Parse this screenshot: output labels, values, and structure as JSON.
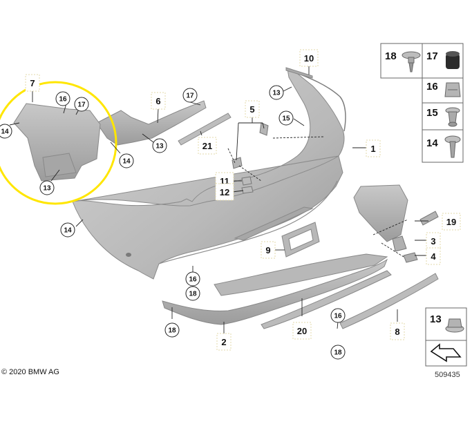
{
  "copyright": "© 2020 BMW AG",
  "diagram_number": "509435",
  "highlight_color": "#ffe600",
  "part_color": "#b9b9b9",
  "callouts": [
    {
      "id": "c10",
      "label": "10",
      "style": "tag"
    },
    {
      "id": "c6",
      "label": "6",
      "style": "tag"
    },
    {
      "id": "c17a",
      "label": "17",
      "style": "circle"
    },
    {
      "id": "c13a",
      "label": "13",
      "style": "circle"
    },
    {
      "id": "c5",
      "label": "5",
      "style": "tag"
    },
    {
      "id": "c15",
      "label": "15",
      "style": "circle"
    },
    {
      "id": "c1",
      "label": "1",
      "style": "tag"
    },
    {
      "id": "c21",
      "label": "21",
      "style": "tag"
    },
    {
      "id": "c13b",
      "label": "13",
      "style": "circle"
    },
    {
      "id": "c14a",
      "label": "14",
      "style": "circle"
    },
    {
      "id": "c16a",
      "label": "16",
      "style": "circle"
    },
    {
      "id": "c17b",
      "label": "17",
      "style": "circle"
    },
    {
      "id": "c14b",
      "label": "14",
      "style": "circle"
    },
    {
      "id": "c13c",
      "label": "13",
      "style": "circle"
    },
    {
      "id": "c7",
      "label": "7",
      "style": "tag"
    },
    {
      "id": "c11",
      "label": "11",
      "style": "tag"
    },
    {
      "id": "c12",
      "label": "12",
      "style": "tag"
    },
    {
      "id": "c14c",
      "label": "14",
      "style": "circle"
    },
    {
      "id": "c9",
      "label": "9",
      "style": "tag"
    },
    {
      "id": "c16b",
      "label": "16",
      "style": "circle"
    },
    {
      "id": "c18a",
      "label": "18",
      "style": "circle"
    },
    {
      "id": "c18b",
      "label": "18",
      "style": "circle"
    },
    {
      "id": "c2",
      "label": "2",
      "style": "tag"
    },
    {
      "id": "c20",
      "label": "20",
      "style": "tag"
    },
    {
      "id": "c16c",
      "label": "16",
      "style": "circle"
    },
    {
      "id": "c18c",
      "label": "18",
      "style": "circle"
    },
    {
      "id": "c8",
      "label": "8",
      "style": "tag"
    },
    {
      "id": "c19",
      "label": "19",
      "style": "tag"
    },
    {
      "id": "c3",
      "label": "3",
      "style": "tag"
    },
    {
      "id": "c4",
      "label": "4",
      "style": "tag"
    }
  ],
  "legend": [
    {
      "label": "18",
      "icon": "screw-with-washer-icon"
    },
    {
      "label": "17",
      "icon": "rubber-buffer-icon"
    },
    {
      "label": "16",
      "icon": "spring-nut-icon"
    },
    {
      "label": "15",
      "icon": "expanding-rivet-icon"
    },
    {
      "label": "14",
      "icon": "screw-icon"
    },
    {
      "label": "13",
      "icon": "hex-nut-icon"
    }
  ]
}
